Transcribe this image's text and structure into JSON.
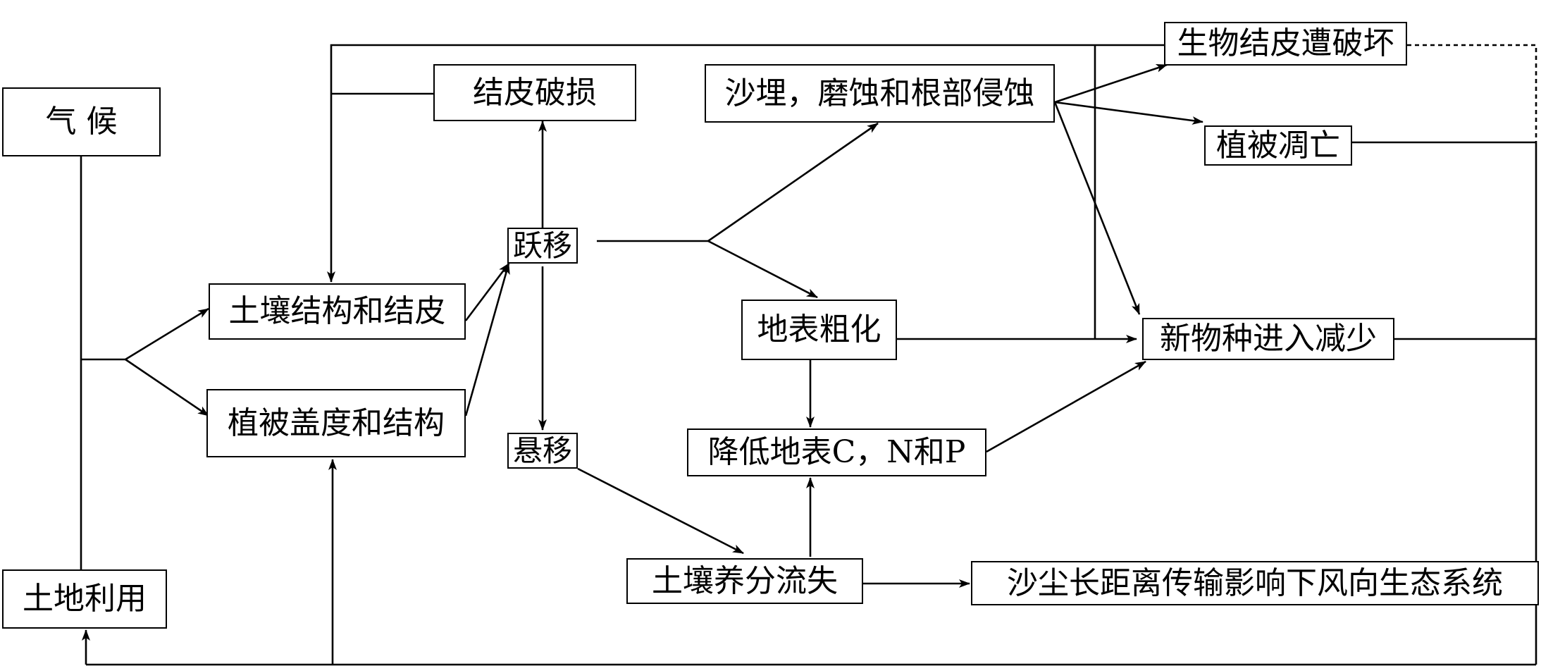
{
  "nodes": {
    "climate": "气  候",
    "land_use": "土地利用",
    "soil_structure_crust": "土壤结构和结皮",
    "vegetation_cover": "植被盖度和结构",
    "crust_damage": "结皮破损",
    "saltation": "跃移",
    "suspension": "悬移",
    "burial_abrasion": "沙埋，磨蚀和根部侵蚀",
    "surface_coarsening": "地表粗化",
    "reduce_cnp": "降低地表C，N和P",
    "nutrient_loss": "土壤养分流失",
    "dust_transport": "沙尘长距离传输影响下风向生态系统",
    "biocrust_destroyed": "生物结皮遭破坏",
    "vegetation_dieoff": "植被凋亡",
    "new_species_decrease": "新物种进入减少"
  },
  "colors": {
    "line": "#000000",
    "box_border": "#000000",
    "background": "#ffffff"
  }
}
